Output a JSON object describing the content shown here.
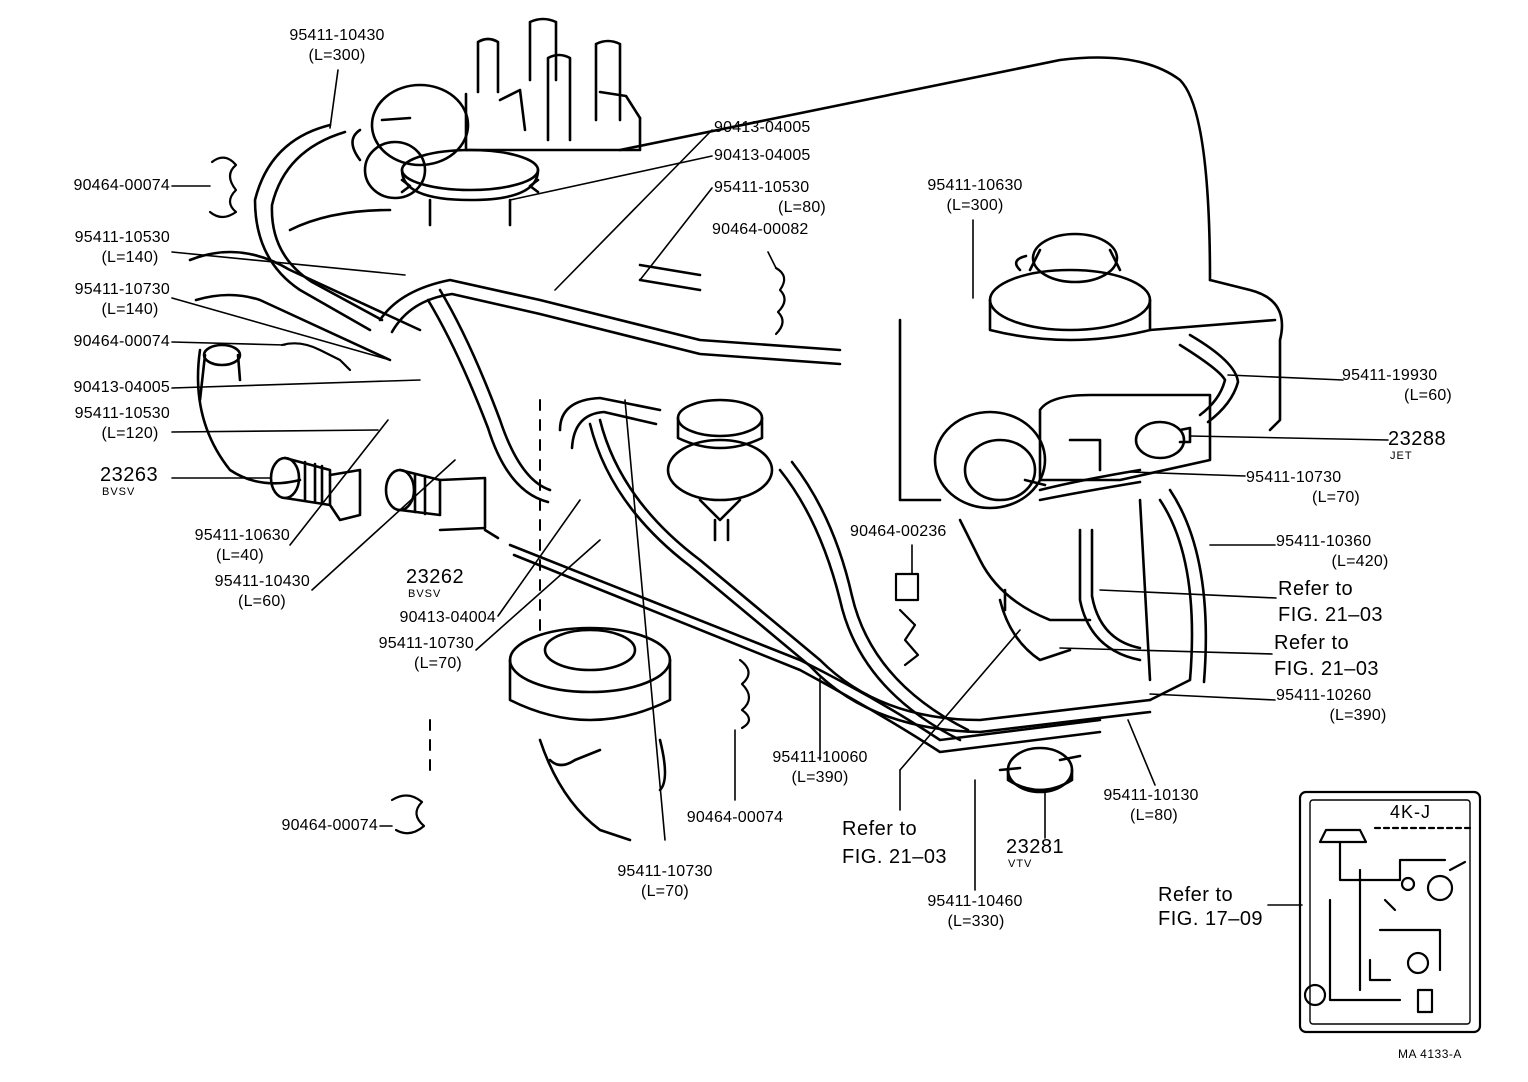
{
  "diagram": {
    "code": "MA 4133-A",
    "inset": {
      "title": "4K-J"
    },
    "labels": {
      "p_95411_10430_a": "95411-10430",
      "p_95411_10430_a_len": "(L=300)",
      "p_90464_00074_a": "90464-00074",
      "p_95411_10530_a": "95411-10530",
      "p_95411_10530_a_len": "(L=140)",
      "p_95411_10730_a": "95411-10730",
      "p_95411_10730_a_len": "(L=140)",
      "p_90464_00074_b": "90464-00074",
      "p_90413_04005_a": "90413-04005",
      "p_95411_10530_b": "95411-10530",
      "p_95411_10530_b_len": "(L=120)",
      "p_23263": "23263",
      "p_23263_sub": "BVSV",
      "p_95411_10630_a": "95411-10630",
      "p_95411_10630_a_len": "(L=40)",
      "p_95411_10430_b": "95411-10430",
      "p_95411_10430_b_len": "(L=60)",
      "p_23262": "23262",
      "p_23262_sub": "BVSV",
      "p_90413_04004": "90413-04004",
      "p_95411_10730_b": "95411-10730",
      "p_95411_10730_b_len": "(L=70)",
      "p_90464_00074_c": "90464-00074",
      "p_90413_04005_b": "90413-04005",
      "p_90413_04005_c": "90413-04005",
      "p_95411_10530_c": "95411-10530",
      "p_95411_10530_c_len": "(L=80)",
      "p_90464_00082": "90464-00082",
      "p_95411_10630_b": "95411-10630",
      "p_95411_10630_b_len": "(L=300)",
      "p_95411_19930": "95411-19930",
      "p_95411_19930_len": "(L=60)",
      "p_23288": "23288",
      "p_23288_sub": "JET",
      "p_95411_10730_c": "95411-10730",
      "p_95411_10730_c_len": "(L=70)",
      "p_90464_00236": "90464-00236",
      "p_95411_10360": "95411-10360",
      "p_95411_10360_len": "(L=420)",
      "refer_a": "Refer to",
      "refer_a_fig": "FIG. 21–03",
      "refer_b": "Refer to",
      "refer_b_fig": "FIG. 21–03",
      "p_95411_10260": "95411-10260",
      "p_95411_10260_len": "(L=390)",
      "p_95411_10060": "95411-10060",
      "p_95411_10060_len": "(L=390)",
      "p_90464_00074_d": "90464-00074",
      "p_95411_10730_d": "95411-10730",
      "p_95411_10730_d_len": "(L=70)",
      "refer_c": "Refer to",
      "refer_c_fig": "FIG. 21–03",
      "p_23281": "23281",
      "p_23281_sub": "VTV",
      "p_95411_10130": "95411-10130",
      "p_95411_10130_len": "(L=80)",
      "p_95411_10460": "95411-10460",
      "p_95411_10460_len": "(L=330)",
      "refer_d": "Refer to",
      "refer_d_fig": "FIG. 17–09"
    }
  }
}
